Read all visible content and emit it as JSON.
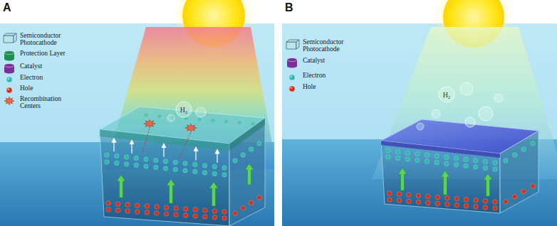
{
  "diagram": {
    "labels": [
      "A",
      "B",
      "H₂",
      "H₂"
    ],
    "legend": [
      {
        "text": "Semiconductor Photocathode",
        "color": "#bfe3ea"
      },
      {
        "text": "Protection Layer",
        "color": "#1f8f4e"
      },
      {
        "text": "Catalyst",
        "color": "#7a2f9a"
      },
      {
        "text": "Electron",
        "color": "#2fb8b0"
      },
      {
        "text": "Hole",
        "color": "#d0301e"
      },
      {
        "text": "Recombination Centers",
        "color": "#e8664a"
      },
      {
        "text": "Semiconductor Photocathode",
        "color": "#bfe3ea"
      },
      {
        "text": "Catalyst",
        "color": "#7a2f9a"
      },
      {
        "text": "Electron",
        "color": "#2fb8b0"
      },
      {
        "text": "Hole",
        "color": "#d0301e"
      }
    ]
  }
}
